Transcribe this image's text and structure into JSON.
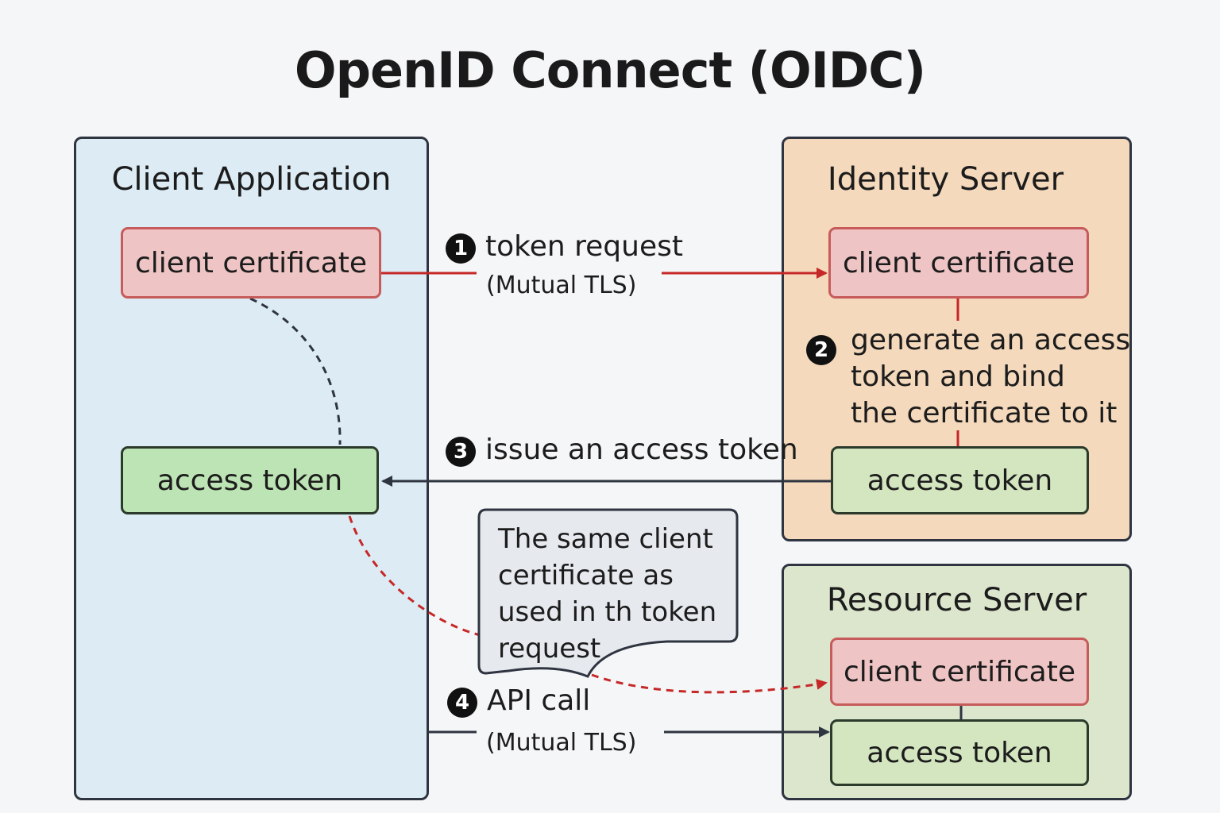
{
  "title": "OpenID Connect (OIDC)",
  "client_app": {
    "title": "Client Application",
    "certificate": "client certificate",
    "access_token": "access token"
  },
  "identity_server": {
    "title": "Identity Server",
    "certificate": "client certificate",
    "access_token": "access token"
  },
  "resource_server": {
    "title": "Resource Server",
    "certificate": "client certificate",
    "access_token": "access token"
  },
  "steps": {
    "s1": {
      "num": "1",
      "label": "token request",
      "sub": "(Mutual TLS)"
    },
    "s2": {
      "num": "2",
      "line1": "generate an access",
      "line2": "token and bind",
      "line3": "the certificate to it"
    },
    "s3": {
      "num": "3",
      "label": "issue an access token"
    },
    "s4": {
      "num": "4",
      "label": "API call",
      "sub": "(Mutual TLS)"
    }
  },
  "note": {
    "line1": "The same client",
    "line2": "certificate as",
    "line3": "used in th token",
    "line4": "request"
  },
  "colors": {
    "client_panel": "#dcebf4",
    "identity_panel": "#f4d9bc",
    "resource_panel": "#dce6cd",
    "certificate": "#efc4c4",
    "token": "#bde4b4",
    "red_arrow": "#c62828",
    "dark_arrow": "#2e3440"
  }
}
